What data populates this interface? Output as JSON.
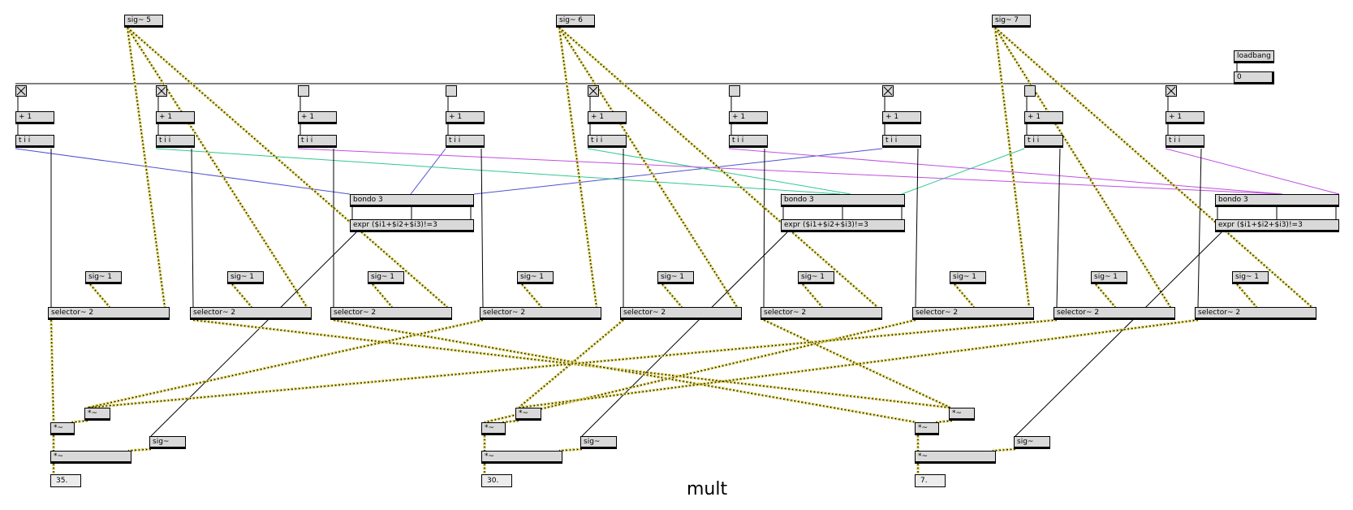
{
  "patch": {
    "caption": "mult",
    "sig_sources": [
      "sig~ 5",
      "sig~ 6",
      "sig~ 7"
    ],
    "loadbang_label": "loadbang",
    "init_message": "0",
    "increment_label": "+ 1",
    "trigger_label": "t i i",
    "bondo_label": "bondo 3",
    "expr_label": "expr ($i1+$i2+$i3)!=3",
    "sig_one_label": "sig~ 1",
    "selector_label": "selector~ 2",
    "multiply_label": "*~",
    "sig_label": "sig~",
    "toggle_states": [
      true,
      true,
      false,
      false,
      true,
      false,
      true,
      false,
      true
    ],
    "outputs": [
      "35.",
      "30.",
      "7."
    ]
  },
  "colors": {
    "background": "#ffffff",
    "object_fill": "#d9d9d9",
    "signal_cord": "#cdbf3a",
    "cord_group_1": "#5050d0",
    "cord_group_2": "#30c890",
    "cord_group_3": "#c050e0",
    "control_cord": "#000000"
  }
}
